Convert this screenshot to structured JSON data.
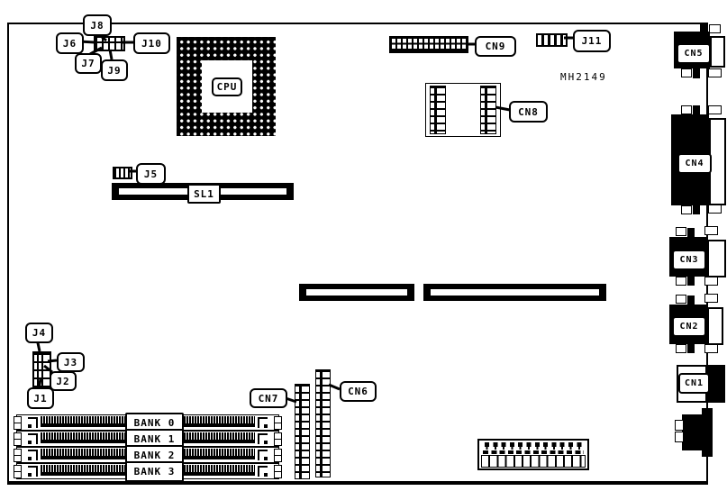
{
  "board": {
    "part_number": "MH2149",
    "cpu_label": "CPU",
    "slot_label": "SL1"
  },
  "jumpers": {
    "j1": "J1",
    "j2": "J2",
    "j3": "J3",
    "j4": "J4",
    "j5": "J5",
    "j6": "J6",
    "j7": "J7",
    "j8": "J8",
    "j9": "J9",
    "j10": "J10",
    "j11": "J11"
  },
  "connectors": {
    "cn1": "CN1",
    "cn2": "CN2",
    "cn3": "CN3",
    "cn4": "CN4",
    "cn5": "CN5",
    "cn6": "CN6",
    "cn7": "CN7",
    "cn8": "CN8",
    "cn9": "CN9"
  },
  "memory_banks": [
    {
      "label": "BANK 0"
    },
    {
      "label": "BANK 1"
    },
    {
      "label": "BANK 2"
    },
    {
      "label": "BANK 3"
    }
  ],
  "colors": {
    "ink": "#000000",
    "paper": "#ffffff"
  }
}
